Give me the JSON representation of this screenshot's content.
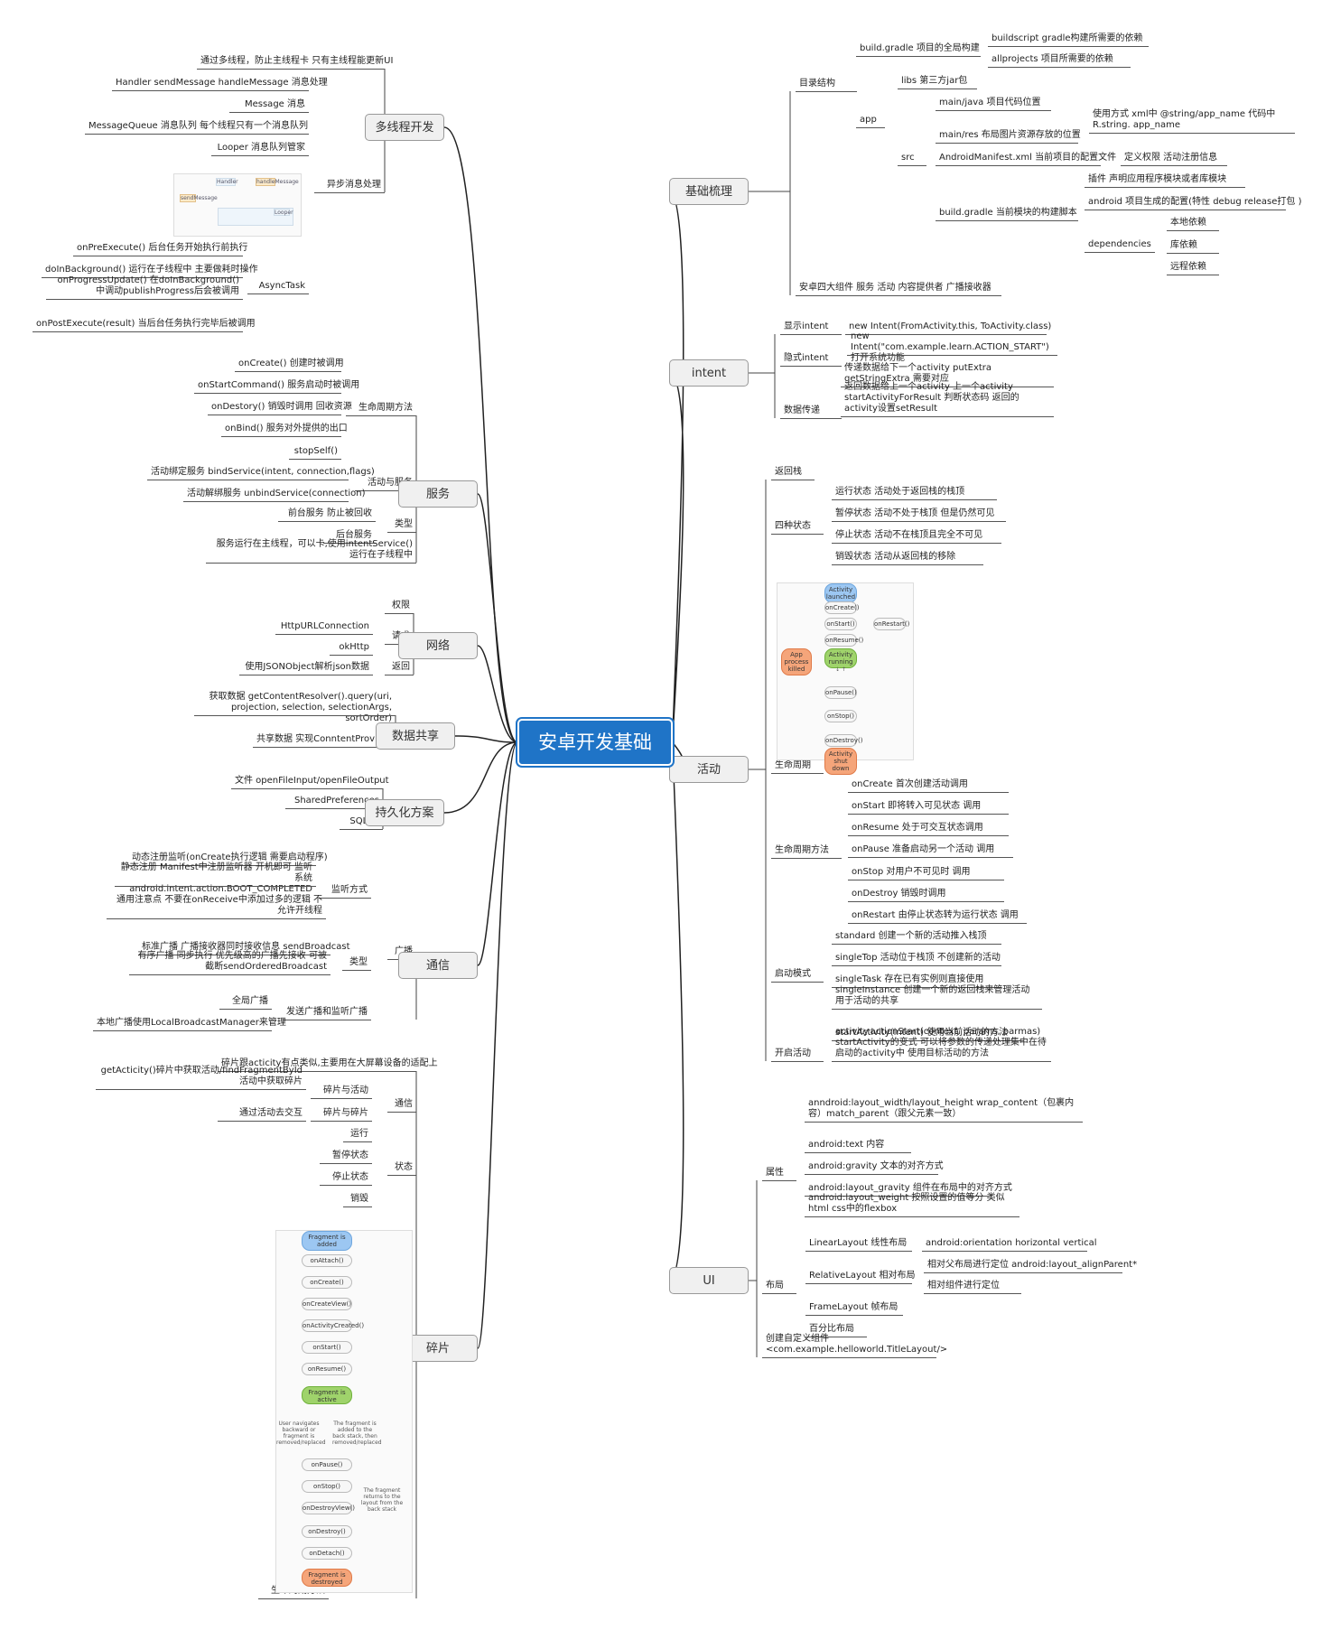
{
  "root": "安卓开发基础",
  "topics": {
    "basics": "基础梳理",
    "intent": "intent",
    "activity": "活动",
    "ui": "UI",
    "multithread": "多线程开发",
    "service": "服务",
    "network": "网络",
    "datashare": "数据共享",
    "persistence": "持久化方案",
    "comm": "通信",
    "fragment": "碎片"
  },
  "basics": {
    "dir": "目录结构",
    "build_gradle": "build.gradle 项目的全局构建",
    "buildscript": "buildscript gradle构建所需要的依赖",
    "allprojects": "allprojects  项目所需要的依赖",
    "app": "app",
    "libs": "libs 第三方jar包",
    "src": "src",
    "main_java": "main/java 项目代码位置",
    "main_res": "main/res 布局图片资源存放的位置",
    "res_usage": "使用方式 xml中  @string/app_name  代码中 R.string. app_name",
    "manifest": "AndroidManifest.xml  当前项目的配置文件",
    "manifest_def": "定义权限 活动注册信息",
    "module_gradle": "build.gradle 当前模块的构建脚本",
    "plugin": "插件 声明应用程序模块或者库模块",
    "android": "android  项目生成的配置(特性 debug release打包 )",
    "dependencies": "dependencies",
    "local_dep": "本地依赖",
    "lib_dep": "库依赖",
    "remote_dep": "远程依赖",
    "four": "安卓四大组件  服务 活动 内容提供者 广播接收器"
  },
  "intent": {
    "explicit": "显示intent",
    "explicit_code": "new Intent(FromActivity.this, ToActivity.class)",
    "implicit": "隐式intent",
    "implicit_code": "new Intent(\"com.example.learn.ACTION_START\")  打开系统功能",
    "transfer": "数据传递",
    "to_next": "传递数据给下一个activity   putExtra   getStringExtra 需要对应",
    "to_prev": "返回数据给上一个activity  上一个activity startActivityForResult  判断状态码   返回的activity设置setResult"
  },
  "activity": {
    "back_stack": "返回栈",
    "four_states": "四种状态",
    "s_running": "运行状态  活动处于返回栈的栈顶",
    "s_paused": "暂停状态  活动不处于栈顶 但是仍然可见",
    "s_stopped": "停止状态  活动不在栈顶且完全不可见",
    "s_destroyed": "销毁状态  活动从返回栈的移除",
    "lifecycle": "生命周期",
    "lifecycle_methods": "生命周期方法",
    "m_create": "onCreate 首次创建活动调用",
    "m_start": "onStart 即将转入可见状态 调用",
    "m_resume": "onResume 处于可交互状态调用",
    "m_pause": "onPause 准备启动另一个活动 调用",
    "m_stop": "onStop 对用户不可见时 调用",
    "m_destroy": "onDestroy  销毁时调用",
    "m_restart": "onRestart  由停止状态转为运行状态  调用",
    "launch_mode": "启动模式",
    "standard": "standard 创建一个新的活动推入栈顶",
    "single_top": "singleTop  活动位于栈顶 不创建新的活动",
    "single_task": "singleTask  存在已有实例则直接使用",
    "single_instance": "singleInstance 创建一个新的返回栈来管理活动 用于活动的共享",
    "start_activity": "开启活动",
    "sa1": "startActivity(intent) 使用当前活动的方法",
    "sa2": "activity.actionStart(context, params, parmas) startActivity的变式  可以将参数的传递处理集中在待启动的activity中    使用目标活动的方法"
  },
  "ui": {
    "attrs": "属性",
    "a_layout": "anndroid:layout_width/layout_height   wrap_content（包裹内容）match_parent（跟父元素一致）",
    "a_text": "android:text  内容",
    "a_gravity": "android:gravity  文本的对齐方式",
    "a_layout_gravity": "android:layout_gravity  组件在布局中的对齐方式",
    "a_weight": "android:layout_weight  按照设置的值等分 类似html css中的flexbox",
    "layouts": "布局",
    "linear": "LinearLayout  线性布局",
    "linear_orient": "android:orientation  horizontal vertical",
    "relative": "RelativeLayout 相对布局",
    "rel_parent": "相对父布局进行定位 android:layout_alignParent*",
    "rel_comp": "相对组件进行定位",
    "frame": "FrameLayout 帧布局",
    "percent": "百分比布局",
    "custom": "创建自定义组件    <com.example.helloworld.TitleLayout/>"
  },
  "multithread": {
    "intro": "通过多线程，防止主线程卡 只有主线程能更新UI",
    "handler": "Handler  sendMessage handleMessage 消息处理",
    "message": "Message 消息",
    "queue": "MessageQueue 消息队列 每个线程只有一个消息队列",
    "looper": "Looper 消息队列管家",
    "async_msg": "异步消息处理",
    "async_task": "AsyncTask",
    "pre": "onPreExecute() 后台任务开始执行前执行",
    "bg": "doInBackground()  运行在子线程中 主要做耗时操作",
    "progress": "onProgressUpdate()  在doInBackground() 中调动publishProgress后会被调用",
    "post": "onPostExecute(result) 当后台任务执行完毕后被调用"
  },
  "service": {
    "lifecycle_methods": "生命周期方法",
    "on_create": "onCreate() 创建时被调用",
    "on_start_command": "onStartCommand() 服务启动时被调用",
    "on_destroy": "onDestory() 销毁时调用 回收资源",
    "on_bind": "onBind() 服务对外提供的出口",
    "stop_self": "stopSelf()",
    "activity_service": "活动与服务",
    "bind": "活动绑定服务 bindService(intent, connection,flags)",
    "unbind": "活动解绑服务 unbindService(connection)",
    "types": "类型",
    "foreground": "前台服务 防止被回收",
    "background": "后台服务",
    "intent_service": "服务运行在主线程，可以卡,使用intentService() 运行在子线程中"
  },
  "network": {
    "permission": "权限",
    "request": "请求",
    "http": "HttpURLConnection",
    "okhttp": "okHttp",
    "response": "返回",
    "json": "使用JSONObject解析json数据"
  },
  "datashare": {
    "query": "获取数据 getContentResolver().query(uri, projection, selection, selectionArgs, sortOrder)",
    "provider": "共享数据 实现ConntentProvider"
  },
  "persistence": {
    "file": "文件 openFileInput/openFileOutput",
    "sp": "SharedPreferences",
    "sqlite": "SQLite"
  },
  "comm": {
    "broadcast": "广播",
    "listen": "监听方式",
    "dynamic": "动态注册监听(onCreate执行逻辑  需要启动程序)",
    "static": "静态注册 Manifest中注册监听器 开机即可 监听系统android.intent.action.BOOT_COMPLETED",
    "caution": "通用注意点 不要在onReceive中添加过多的逻辑  不允许开线程",
    "types": "类型",
    "standard": "标准广播 广播接收器同时接收信息 sendBroadcast",
    "ordered": "有序广播 同步执行 优先级高的广播先接收 可被截断sendOrderedBroadcast",
    "send": "发送广播和监听广播",
    "global": "全局广播",
    "local": "本地广播使用LocalBroadcastManager来管理"
  },
  "fragment": {
    "intro": "碎片跟acticity有点类似,主要用在大屏幕设备的适配上",
    "comm": "通信",
    "frag_act": "碎片与活动",
    "get_frag": "getActicity()碎片中获取活动/findFragmentById 活动中获取碎片",
    "frag_frag": "碎片与碎片",
    "via_activity": "通过活动去交互",
    "states": "状态",
    "running": "运行",
    "paused": "暂停状态",
    "stopped": "停止状态",
    "destroyed": "销毁",
    "lifecycle_methods": "生命周期方法"
  }
}
